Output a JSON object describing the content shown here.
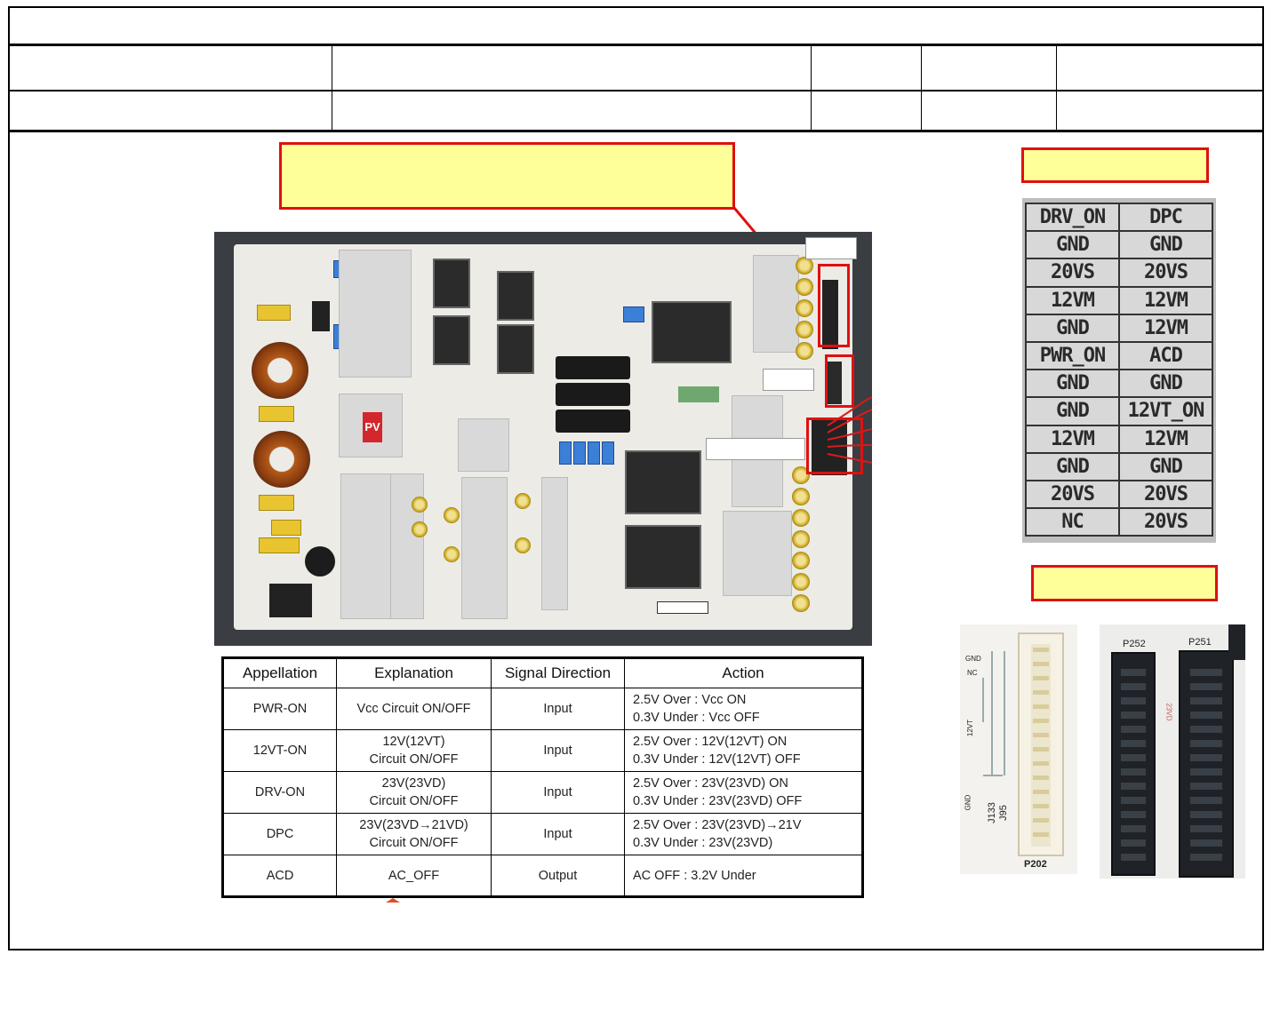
{
  "pin_map": {
    "rows": [
      [
        "DRV_ON",
        "DPC"
      ],
      [
        "GND",
        "GND"
      ],
      [
        "20VS",
        "20VS"
      ],
      [
        "12VM",
        "12VM"
      ],
      [
        "GND",
        "12VM"
      ],
      [
        "PWR_ON",
        "ACD"
      ],
      [
        "GND",
        "GND"
      ],
      [
        "GND",
        "12VT_ON"
      ],
      [
        "12VM",
        "12VM"
      ],
      [
        "GND",
        "GND"
      ],
      [
        "20VS",
        "20VS"
      ],
      [
        "NC",
        "20VS"
      ]
    ]
  },
  "board": {
    "pv_label": "PV"
  },
  "signal_table": {
    "headers": [
      "Appellation",
      "Explanation",
      "Signal Direction",
      "Action"
    ],
    "rows": [
      {
        "name": "PWR-ON",
        "explanation": [
          "Vcc Circuit ON/OFF"
        ],
        "direction": "Input",
        "action": [
          "2.5V Over : Vcc ON",
          "0.3V Under : Vcc OFF"
        ]
      },
      {
        "name": "12VT-ON",
        "explanation": [
          "12V(12VT)",
          "Circuit ON/OFF"
        ],
        "direction": "Input",
        "action": [
          "2.5V Over : 12V(12VT) ON",
          "0.3V Under : 12V(12VT) OFF"
        ]
      },
      {
        "name": "DRV-ON",
        "explanation": [
          "23V(23VD)",
          "Circuit ON/OFF"
        ],
        "direction": "Input",
        "action": [
          "2.5V Over : 23V(23VD) ON",
          "0.3V Under : 23V(23VD) OFF"
        ]
      },
      {
        "name": "DPC",
        "explanation": [
          "23V(23VD→21VD)",
          "Circuit ON/OFF"
        ],
        "direction": "Input",
        "action": [
          "2.5V Over : 23V(23VD)→21V",
          "0.3V Under : 23V(23VD)"
        ]
      },
      {
        "name": "ACD",
        "explanation": [
          "AC_OFF"
        ],
        "direction": "Output",
        "action": [
          "AC OFF : 3.2V Under"
        ]
      }
    ]
  },
  "connector_photos": {
    "left": {
      "silk_gnd": "GND",
      "silk_nc": "NC",
      "silk_12vt": "12VT",
      "silk_gnd2": "GND",
      "j133": "J133",
      "j95": "J95",
      "label": "P202"
    },
    "right": {
      "p252": "P252",
      "p251": "P251",
      "silk_23vd": "23VD"
    }
  }
}
